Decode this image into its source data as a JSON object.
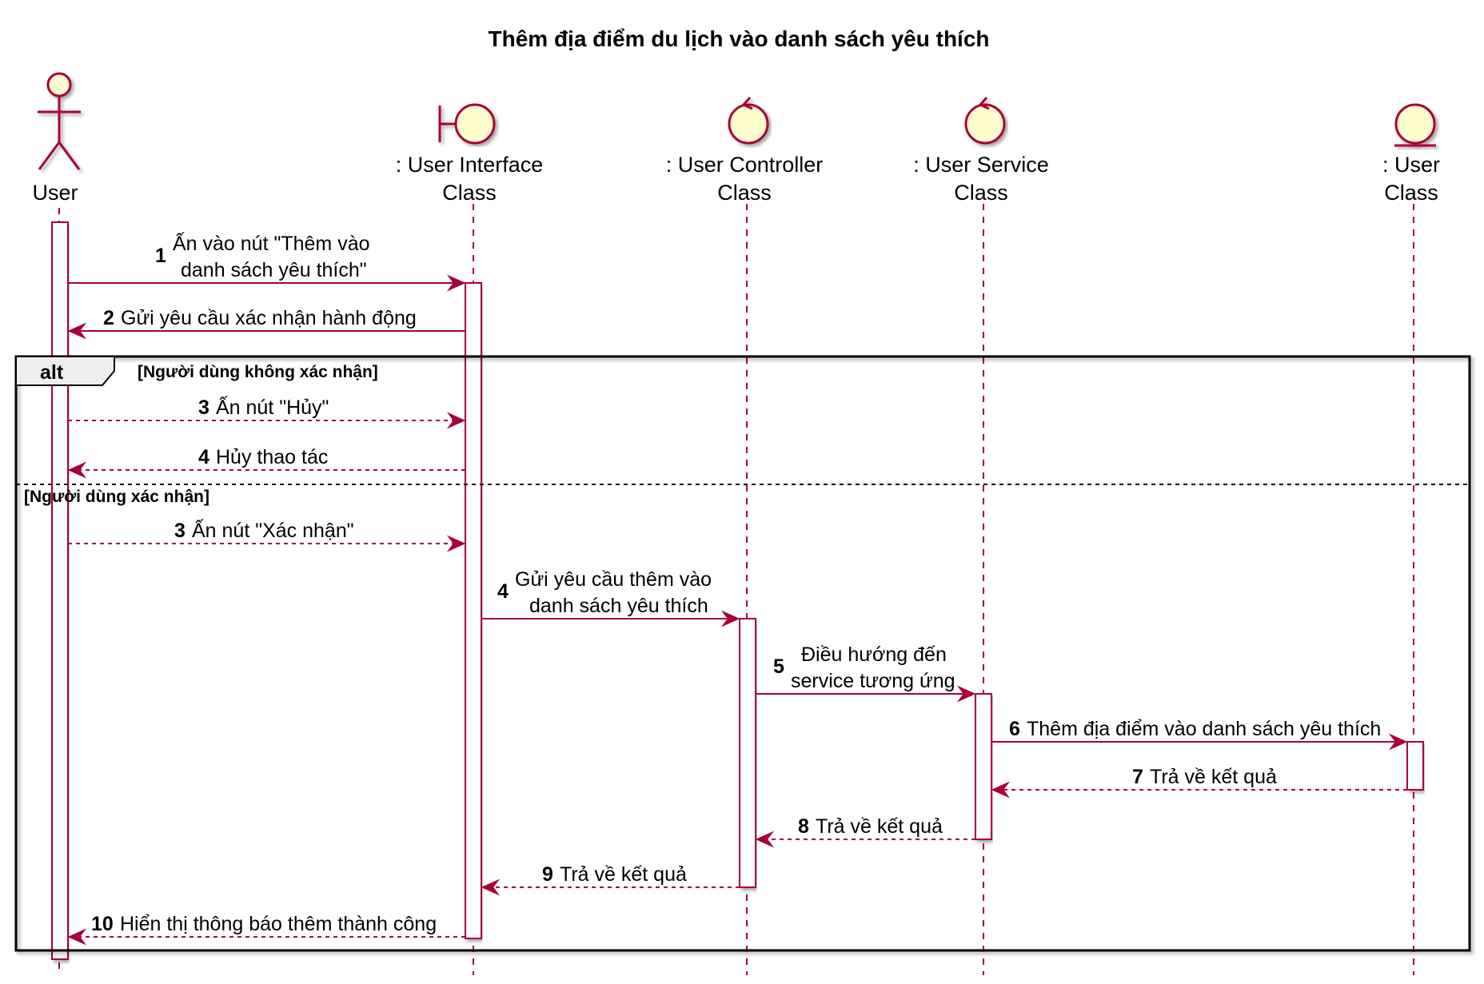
{
  "title": "Thêm địa điểm du lịch vào danh sách yêu thích",
  "participants": [
    {
      "id": "user",
      "kind": "actor",
      "label": [
        "User"
      ]
    },
    {
      "id": "ui",
      "kind": "boundary",
      "label": [
        ": User Interface",
        "Class"
      ]
    },
    {
      "id": "controller",
      "kind": "control",
      "label": [
        ": User Controller",
        "Class"
      ]
    },
    {
      "id": "service",
      "kind": "control",
      "label": [
        ": User Service",
        "Class"
      ]
    },
    {
      "id": "entity",
      "kind": "entity",
      "label": [
        ": User",
        "Class"
      ]
    }
  ],
  "alt_fragment": {
    "keyword": "alt",
    "guards": [
      "[Người dùng không xác nhận]",
      "[Người dùng xác nhận]"
    ]
  },
  "messages": [
    {
      "num": "1",
      "text": [
        "Ấn vào nút \"Thêm vào",
        "danh sách yêu thích\""
      ],
      "from": "user",
      "to": "ui",
      "style": "solid"
    },
    {
      "num": "2",
      "text": [
        "Gửi yêu cầu xác nhận hành động"
      ],
      "from": "ui",
      "to": "user",
      "style": "solid"
    },
    {
      "num": "3",
      "text": [
        "Ấn nút \"Hủy\""
      ],
      "from": "user",
      "to": "ui",
      "style": "dashed"
    },
    {
      "num": "4",
      "text": [
        "Hủy thao tác"
      ],
      "from": "ui",
      "to": "user",
      "style": "dashed"
    },
    {
      "num": "3",
      "text": [
        "Ấn nút \"Xác nhận\""
      ],
      "from": "user",
      "to": "ui",
      "style": "dashed"
    },
    {
      "num": "4",
      "text": [
        "Gửi yêu cầu thêm vào",
        "danh sách yêu thích"
      ],
      "from": "ui",
      "to": "controller",
      "style": "solid"
    },
    {
      "num": "5",
      "text": [
        "Điều hướng đến",
        "service tương ứng"
      ],
      "from": "controller",
      "to": "service",
      "style": "solid"
    },
    {
      "num": "6",
      "text": [
        "Thêm địa điểm vào danh sách yêu thích"
      ],
      "from": "service",
      "to": "entity",
      "style": "solid"
    },
    {
      "num": "7",
      "text": [
        "Trả về kết quả"
      ],
      "from": "entity",
      "to": "service",
      "style": "dashed"
    },
    {
      "num": "8",
      "text": [
        "Trả về kết quả"
      ],
      "from": "service",
      "to": "controller",
      "style": "dashed"
    },
    {
      "num": "9",
      "text": [
        "Trả về kết quả"
      ],
      "from": "controller",
      "to": "ui",
      "style": "dashed"
    },
    {
      "num": "10",
      "text": [
        "Hiển thị thông báo thêm thành công"
      ],
      "from": "ui",
      "to": "user",
      "style": "dashed"
    }
  ],
  "colors": {
    "line": "#A80036",
    "fill": "#FEFECE",
    "frame": "#000000",
    "fragment_header": "#EEEEEE"
  }
}
